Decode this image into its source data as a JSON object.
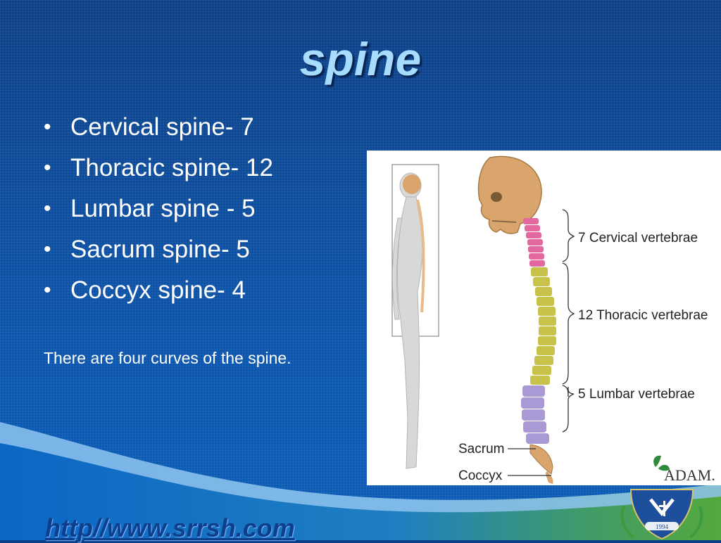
{
  "slide": {
    "title": "spine",
    "bullets": [
      "Cervical spine- 7",
      "Thoracic spine- 12",
      "Lumbar spine - 5",
      "Sacrum spine- 5",
      "Coccyx spine- 4"
    ],
    "note": "There are four curves of the spine.",
    "url": "http//www.srrsh.com"
  },
  "diagram": {
    "labels": {
      "cervical": "7 Cervical vertebrae",
      "thoracic": "12 Thoracic vertebrae",
      "lumbar": "5 Lumbar vertebrae",
      "sacrum": "Sacrum",
      "coccyx": "Coccyx"
    },
    "credit": "ADAM."
  },
  "emblem": {
    "year": "1994"
  },
  "colors": {
    "background": "#0b4fa3",
    "title": "#a8dcff",
    "cervical": "#e2689f",
    "thoracic": "#c9c24a",
    "lumbar": "#a99ad6",
    "bone": "#d9a56d",
    "wave_green": "#4ea34a"
  }
}
